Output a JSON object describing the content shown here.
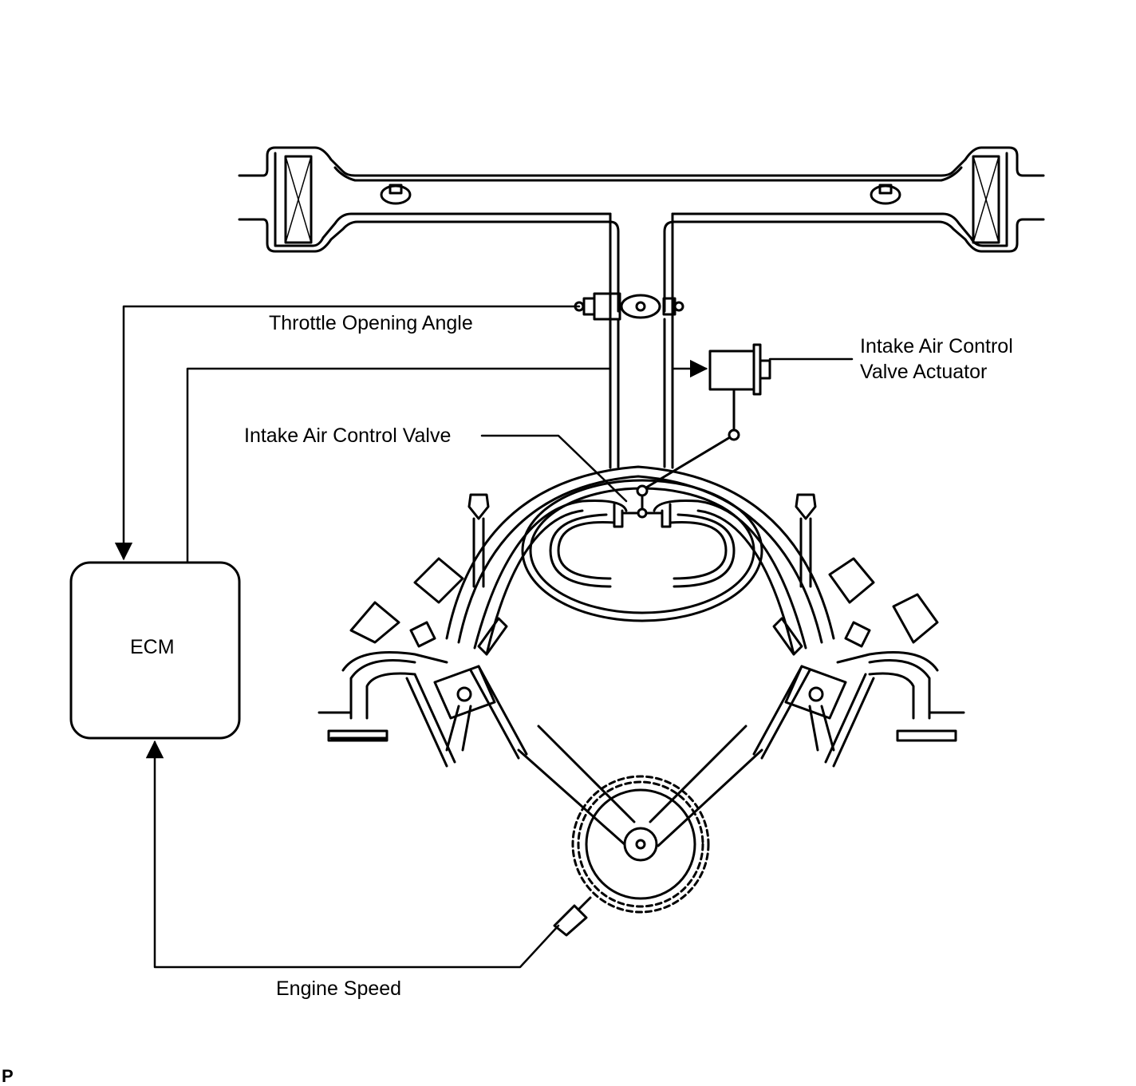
{
  "labels": {
    "throttle_opening_angle": "Throttle Opening Angle",
    "iacv_actuator_line1": "Intake Air Control",
    "iacv_actuator_line2": "Valve Actuator",
    "iacv": "Intake Air Control Valve",
    "ecm": "ECM",
    "engine_speed": "Engine Speed",
    "corner_mark": "P"
  },
  "colors": {
    "line": "#000000",
    "background": "#ffffff"
  }
}
